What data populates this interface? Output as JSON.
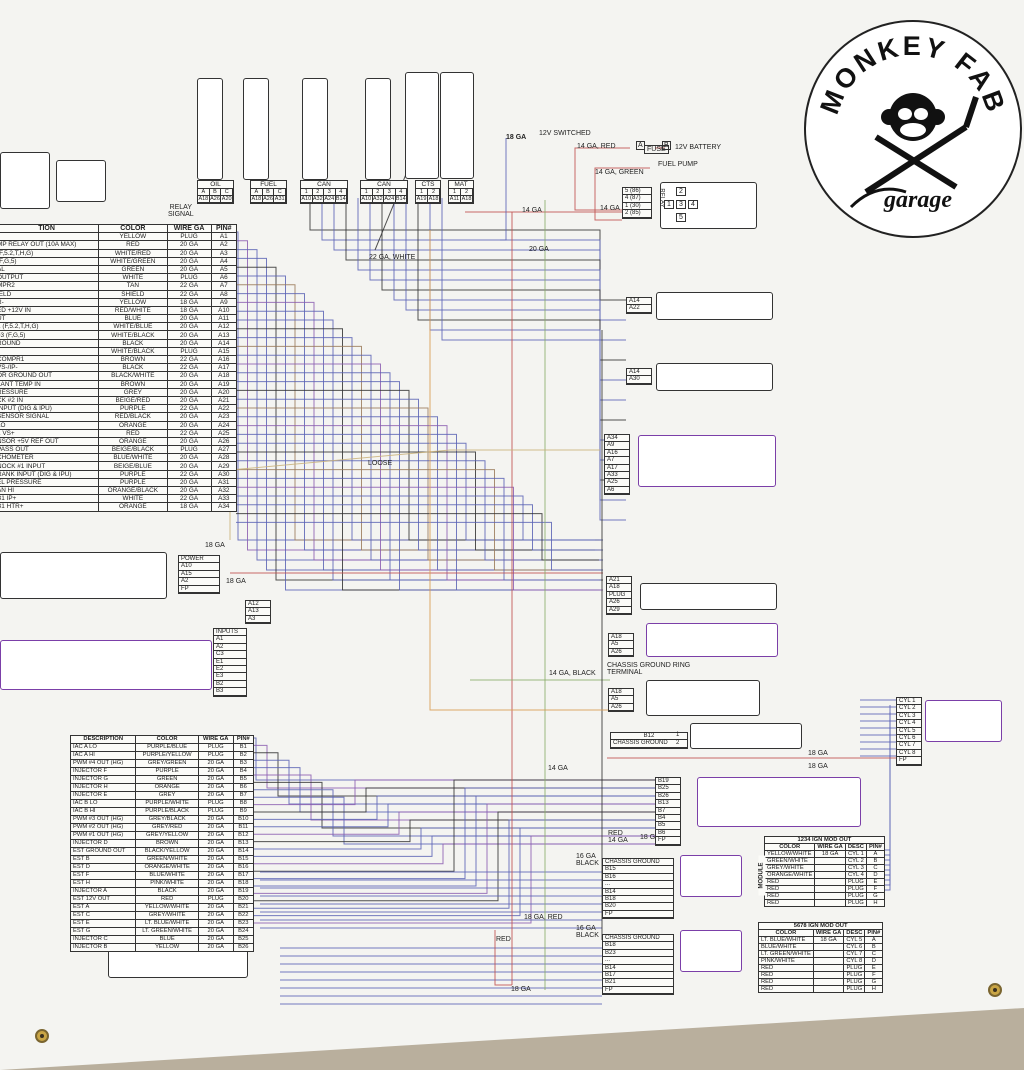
{
  "logo": {
    "top_text": "MONKEY FAB",
    "bottom_text": "garage"
  },
  "labels": {
    "relay_signal": "RELAY SIGNAL",
    "ga18_switched": "18 GA",
    "switched_12v": "12V SWITCHED",
    "ga14_red": "14 GA, RED",
    "fuse": "FUSE",
    "fuse_a": "A",
    "fuse_b": "B",
    "battery_12v": "12V BATTERY",
    "fuel_pump": "FUEL PUMP",
    "ga14_green": "14 GA, GREEN",
    "ga14_left": "14 GA",
    "ga14_right": "14 GA",
    "relay": "RELAY",
    "ga20": "20 GA",
    "ga22_white": "22 GA, WHITE",
    "loose": "LOOSE",
    "ga18_a": "18 GA",
    "ga18_b": "18 GA",
    "chassis_ground_ring": "CHASSIS GROUND RING TERMINAL",
    "ga14_black": "14 GA, BLACK",
    "ga14_mid": "14 GA",
    "ga18_c": "18 GA",
    "ga18_d": "18 GA",
    "ga16_black_1": "16 GA BLACK",
    "ga16_black_2": "16 GA BLACK",
    "ga18_red": "18 GA, RED",
    "red": "RED",
    "ga18_bottom": "18 GA",
    "fp_red": "RED",
    "fp_14ga": "14 GA",
    "fp_18ga": "18 GA"
  },
  "relay_pins": [
    "5 (86)",
    "4 (87)",
    "1 (30)",
    "2 (85)"
  ],
  "relay_face": [
    "2",
    "1",
    "3",
    "4",
    "5"
  ],
  "sensor_headers": [
    {
      "name": "OIL",
      "pins": [
        "A",
        "B",
        "C"
      ],
      "cav": [
        "A18",
        "A26",
        "A20"
      ]
    },
    {
      "name": "FUEL",
      "pins": [
        "A",
        "B",
        "C"
      ],
      "cav": [
        "A18",
        "A26",
        "A31"
      ]
    },
    {
      "name": "CAN",
      "pins": [
        "1",
        "2",
        "3",
        "4"
      ],
      "cav": [
        "A10",
        "A32",
        "A24",
        "B14"
      ]
    },
    {
      "name": "CAN",
      "pins": [
        "1",
        "2",
        "3",
        "4"
      ],
      "cav": [
        "A10",
        "A32",
        "A24",
        "B14"
      ]
    },
    {
      "name": "CTS",
      "pins": [
        "1",
        "2"
      ],
      "cav": [
        "A19",
        "A18"
      ]
    },
    {
      "name": "MAT",
      "pins": [
        "1",
        "2"
      ],
      "cav": [
        "A11",
        "A18"
      ]
    }
  ],
  "table_a": {
    "headers": [
      "TION",
      "COLOR",
      "WIRE GA",
      "PIN#"
    ],
    "rows": [
      [
        "",
        "YELLOW",
        "PLUG",
        "A1"
      ],
      [
        "MP RELAY OUT (10A MAX)",
        "RED",
        "20 GA",
        "A2"
      ],
      [
        "(F,5.2,T,H,G)",
        "WHITE/RED",
        "20 GA",
        "A3"
      ],
      [
        "(F,G,5)",
        "WHITE/GREEN",
        "20 GA",
        "A4"
      ],
      [
        "AL",
        "GREEN",
        "20 GA",
        "A5"
      ],
      [
        "OUTPUT",
        "WHITE",
        "PLUG",
        "A6"
      ],
      [
        "MPR2",
        "TAN",
        "22 GA",
        "A7"
      ],
      [
        "IELD",
        "SHIELD",
        "22 GA",
        "A8"
      ],
      [
        "R-",
        "YELLOW",
        "18 GA",
        "A9"
      ],
      [
        "ED +12V IN",
        "RED/WHITE",
        "18 GA",
        "A10"
      ],
      [
        "UT",
        "BLUE",
        "20 GA",
        "A11"
      ],
      [
        "1 (F,5.2,T,H,G)",
        "WHITE/BLUE",
        "20 GA",
        "A12"
      ],
      [
        "#3 (F,G,5)",
        "WHITE/BLACK",
        "20 GA",
        "A13"
      ],
      [
        "ROUND",
        "BLACK",
        "20 GA",
        "A14"
      ],
      [
        "",
        "WHITE/BLACK",
        "PLUG",
        "A15"
      ],
      [
        "COMPR1",
        "BROWN",
        "22 GA",
        "A16"
      ],
      [
        "VS-/IP-",
        "BLACK",
        "22 GA",
        "A17"
      ],
      [
        "OR GROUND OUT",
        "BLACK/WHITE",
        "20 GA",
        "A18"
      ],
      [
        "LANT TEMP IN",
        "BROWN",
        "20 GA",
        "A19"
      ],
      [
        "RESSURE",
        "GREY",
        "20 GA",
        "A20"
      ],
      [
        "CK #2 IN",
        "BEIGE/RED",
        "20 GA",
        "A21"
      ],
      [
        "INPUT (DIG & IPU)",
        "PURPLE",
        "22 GA",
        "A22"
      ],
      [
        "SENSOR SIGNAL",
        "RED/BLACK",
        "20 GA",
        "A23"
      ],
      [
        "LO",
        "ORANGE",
        "20 GA",
        "A24"
      ],
      [
        "1 VS+",
        "RED",
        "22 GA",
        "A25"
      ],
      [
        "NSOR +5V REF OUT",
        "ORANGE",
        "20 GA",
        "A26"
      ],
      [
        "PASS OUT",
        "BEIGE/BLACK",
        "PLUG",
        "A27"
      ],
      [
        "CHOMETER",
        "BLUE/WHITE",
        "20 GA",
        "A28"
      ],
      [
        "NOCK #1 INPUT",
        "BEIGE/BLUE",
        "20 GA",
        "A29"
      ],
      [
        "RANK INPUT (DIG & IPU)",
        "PURPLE",
        "22 GA",
        "A30"
      ],
      [
        "EL PRESSURE",
        "PURPLE",
        "20 GA",
        "A31"
      ],
      [
        "AN HI",
        "ORANGE/BLACK",
        "20 GA",
        "A32"
      ],
      [
        "B1 IP+",
        "WHITE",
        "22 GA",
        "A33"
      ],
      [
        "B1 HTR+",
        "ORANGE",
        "18 GA",
        "A34"
      ]
    ]
  },
  "table_b": {
    "headers": [
      "DESCRIPTION",
      "COLOR",
      "WIRE GA",
      "PIN#"
    ],
    "rows": [
      [
        "IAC A LO",
        "PURPLE/BLUE",
        "PLUG",
        "B1"
      ],
      [
        "IAC A HI",
        "PURPLE/YELLOW",
        "PLUG",
        "B2"
      ],
      [
        "PWM #4 OUT (HG)",
        "GREY/GREEN",
        "20 GA",
        "B3"
      ],
      [
        "INJECTOR F",
        "PURPLE",
        "20 GA",
        "B4"
      ],
      [
        "INJECTOR G",
        "GREEN",
        "20 GA",
        "B5"
      ],
      [
        "INJECTOR H",
        "ORANGE",
        "20 GA",
        "B6"
      ],
      [
        "INJECTOR E",
        "GREY",
        "20 GA",
        "B7"
      ],
      [
        "IAC B LO",
        "PURPLE/WHITE",
        "PLUG",
        "B8"
      ],
      [
        "IAC B HI",
        "PURPLE/BLACK",
        "PLUG",
        "B9"
      ],
      [
        "PWM #3 OUT (HG)",
        "GREY/BLACK",
        "20 GA",
        "B10"
      ],
      [
        "PWM #2 OUT (HG)",
        "GREY/RED",
        "20 GA",
        "B11"
      ],
      [
        "PWM #1 OUT (HG)",
        "GREY/YELLOW",
        "20 GA",
        "B12"
      ],
      [
        "INJECTOR D",
        "BROWN",
        "20 GA",
        "B13"
      ],
      [
        "EST GROUND OUT",
        "BLACK/YELLOW",
        "20 GA",
        "B14"
      ],
      [
        "EST B",
        "GREEN/WHITE",
        "20 GA",
        "B15"
      ],
      [
        "EST D",
        "ORANGE/WHITE",
        "20 GA",
        "B16"
      ],
      [
        "EST F",
        "BLUE/WHITE",
        "20 GA",
        "B17"
      ],
      [
        "EST H",
        "PINK/WHITE",
        "20 GA",
        "B18"
      ],
      [
        "INJECTOR A",
        "BLACK",
        "20 GA",
        "B19"
      ],
      [
        "EST 12V OUT",
        "RED",
        "PLUG",
        "B20"
      ],
      [
        "EST A",
        "YELLOW/WHITE",
        "20 GA",
        "B21"
      ],
      [
        "EST C",
        "GREY/WHITE",
        "20 GA",
        "B22"
      ],
      [
        "EST E",
        "LT. BLUE/WHITE",
        "20 GA",
        "B23"
      ],
      [
        "EST G",
        "LT. GREEN/WHITE",
        "20 GA",
        "B24"
      ],
      [
        "INJECTOR C",
        "BLUE",
        "20 GA",
        "B25"
      ],
      [
        "INJECTOR B",
        "YELLOW",
        "20 GA",
        "B26"
      ]
    ]
  },
  "coil_1234": {
    "title": "1234 IGN MOD OUT",
    "side": "MODULE",
    "headers": [
      "COLOR",
      "WIRE GA",
      "DESC",
      "PIN#"
    ],
    "rows": [
      [
        "YELLOW/WHITE",
        "18 GA",
        "CYL 1",
        "A"
      ],
      [
        "GREEN/WHITE",
        "",
        "CYL 2",
        "B"
      ],
      [
        "GREY/WHITE",
        "",
        "CYL 3",
        "C"
      ],
      [
        "ORANGE/WHITE",
        "",
        "CYL 4",
        "D"
      ],
      [
        "RED",
        "",
        "PLUG",
        "E"
      ],
      [
        "RED",
        "",
        "PLUG",
        "F"
      ],
      [
        "RED",
        "",
        "PLUG",
        "G"
      ],
      [
        "RED",
        "",
        "PLUG",
        "H"
      ]
    ]
  },
  "coil_5678": {
    "title": "5678 IGN MOD OUT",
    "headers": [
      "COLOR",
      "WIRE GA",
      "DESC",
      "PIN#"
    ],
    "rows": [
      [
        "LT. BLUE/WHITE",
        "18 GA",
        "CYL 5",
        "A"
      ],
      [
        "BLUE/WHITE",
        "",
        "CYL 6",
        "B"
      ],
      [
        "LT. GREEN/WHITE",
        "",
        "CYL 7",
        "C"
      ],
      [
        "PINK/WHITE",
        "",
        "CYL 8",
        "D"
      ],
      [
        "RED",
        "",
        "PLUG",
        "E"
      ],
      [
        "RED",
        "",
        "PLUG",
        "F"
      ],
      [
        "RED",
        "",
        "PLUG",
        "G"
      ],
      [
        "RED",
        "",
        "PLUG",
        "H"
      ]
    ]
  },
  "pin_groups": [
    [
      "A14",
      "A22"
    ],
    [
      "A14",
      "A30"
    ],
    [
      "A34",
      "A9",
      "A16",
      "A7",
      "A17",
      "A33",
      "A25",
      "A6"
    ],
    [
      "A21",
      "A18",
      "PLUG",
      "A26",
      "A29"
    ],
    [
      "A18",
      "A5",
      "A26"
    ],
    [
      "A18",
      "A5",
      "A26"
    ],
    [
      "A12",
      "A13",
      "A3"
    ],
    [
      "B19",
      "B25",
      "B26",
      "B13",
      "B7",
      "B4",
      "B5",
      "B6",
      "FP"
    ],
    [
      "CHASSIS GROUND",
      "B15",
      "B16",
      "...",
      "B14",
      "B18",
      "B20",
      "FP"
    ],
    [
      "CHASSIS GROUND",
      "B18",
      "B23",
      "...",
      "B14",
      "B17",
      "B21",
      "FP"
    ],
    [
      "CYL 1",
      "CYL 2",
      "CYL 3",
      "CYL 4",
      "CYL 5",
      "CYL 6",
      "CYL 7",
      "CYL 8",
      "FP"
    ]
  ],
  "power_block": {
    "title": "POWER",
    "pins": [
      "A10",
      "A15",
      "A2",
      "FP"
    ]
  },
  "inputs_block": {
    "title": "INPUTS",
    "pins": [
      "A1",
      "A2",
      "C3",
      "E1",
      "E2",
      "E3",
      "B2",
      "B3"
    ]
  },
  "chassis_ground_b12": {
    "pin": "B12",
    "label": "CHASSIS GROUND",
    "n1": "1",
    "n2": "2"
  }
}
